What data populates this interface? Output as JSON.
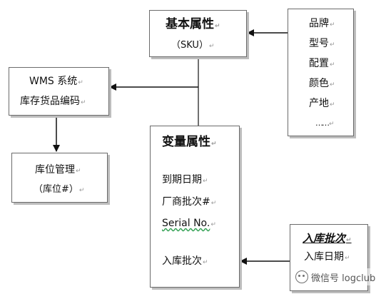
{
  "nodes": {
    "basic_attributes": {
      "title": "基本属性",
      "subtitle": "（SKU）"
    },
    "wms": {
      "line1": "WMS 系统",
      "line2": "库存货品编码"
    },
    "location": {
      "line1": "库位管理",
      "line2": "（库位#）"
    },
    "variable_attributes": {
      "title": "变量属性",
      "items": [
        "到期日期",
        "厂商批次#",
        "Serial No.",
        "入库批次"
      ]
    },
    "product_attributes": {
      "items": [
        "品牌",
        "型号",
        "配置",
        "颜色",
        "产地",
        "……"
      ]
    },
    "inbound_batch": {
      "title": "入库批次",
      "line1": "入库日期"
    }
  },
  "watermark": {
    "text": "微信号 logclub",
    "icon": "wechat-icon"
  },
  "colors": {
    "line": "#111111",
    "border": "#6b6b6b",
    "shadow": "#bdbdbd"
  }
}
